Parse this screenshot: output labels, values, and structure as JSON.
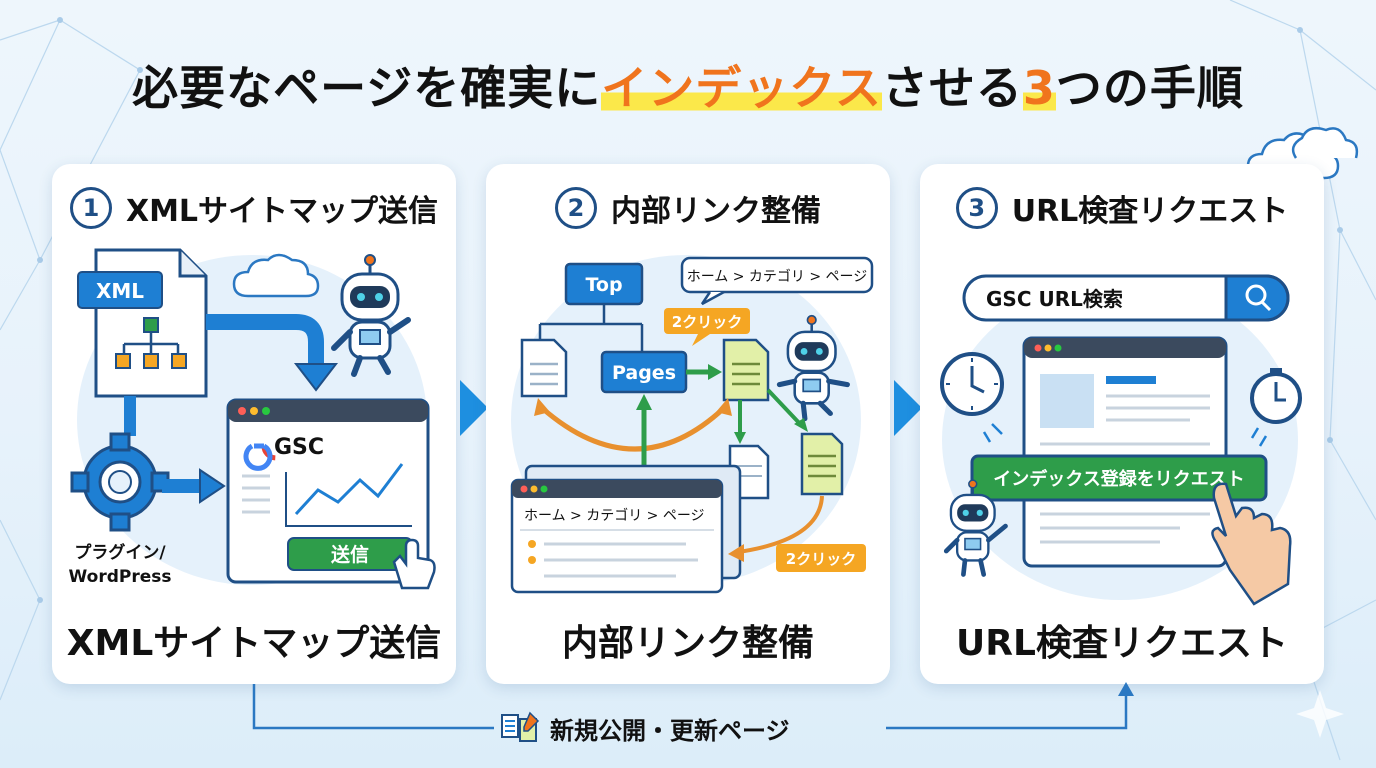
{
  "title": {
    "part1": "必要なページを確実に",
    "highlight": "インデックス",
    "part2": "させる",
    "number": "3",
    "part3": "つの手順"
  },
  "colors": {
    "accent_orange": "#f0741d",
    "highlight_yellow": "#fbe84a",
    "primary_blue": "#1e7fd3",
    "green": "#2e9d4a",
    "navy": "#1f4f86"
  },
  "steps": [
    {
      "number": "1",
      "title": "XMLサイトマップ送信",
      "bottom_label": "XMLサイトマップ送信",
      "xml_label": "XML",
      "gsc_label": "GSC",
      "submit_label": "送信",
      "plugin_label_line1": "プラグイン/",
      "plugin_label_line2": "WordPress",
      "icons": [
        "xml-file-icon",
        "gear-icon",
        "robot-icon",
        "cloud-icon",
        "cursor-hand-icon",
        "google-g-icon",
        "line-chart-icon"
      ]
    },
    {
      "number": "2",
      "title": "内部リンク整備",
      "bottom_label": "内部リンク整備",
      "top_node": "Top",
      "pages_node": "Pages",
      "breadcrumb": "ホーム > カテゴリ > ページ",
      "click_badge_1": "2クリック",
      "click_badge_2": "2クリック",
      "icons": [
        "document-icon",
        "robot-icon",
        "browser-window-icon"
      ]
    },
    {
      "number": "3",
      "title": "URL検査リクエスト",
      "bottom_label": "URL検査リクエスト",
      "search_text": "GSC URL検索",
      "request_button": "インデックス登録をリクエスト",
      "icons": [
        "search-icon",
        "clock-icon",
        "stopwatch-icon",
        "robot-icon",
        "pointing-hand-icon",
        "cloud-icon"
      ]
    }
  ],
  "flow": {
    "label": "新規公開・更新ページ"
  }
}
